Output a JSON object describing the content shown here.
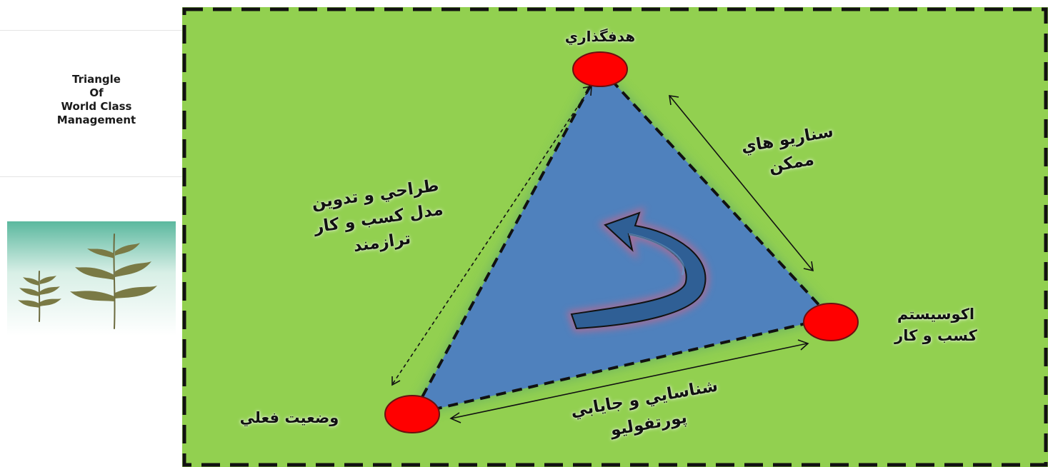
{
  "sidebar": {
    "title_lines": [
      "Triangle",
      "Of",
      "World Class",
      "Management"
    ]
  },
  "diagram": {
    "background_color": "#92d050",
    "triangle_color": "#4f81bd",
    "node_color": "#ff0000",
    "nodes": {
      "top": "هدفگذاري",
      "right_line1": "اکوسيستم",
      "right_line2": "کسب و کار",
      "bottom_left": "وضعيت فعلي"
    },
    "edges": {
      "left_line1": "طراحي و تدوين",
      "left_line2": "مدل کسب و کار",
      "left_line3": "ترازمند",
      "right_line1": "سناريو هاي",
      "right_line2": "ممکن",
      "bottom_line1": "شناسايي و جايابي",
      "bottom_line2": "پورتفوليو"
    },
    "center_icon": "curved-arrow-icon"
  }
}
